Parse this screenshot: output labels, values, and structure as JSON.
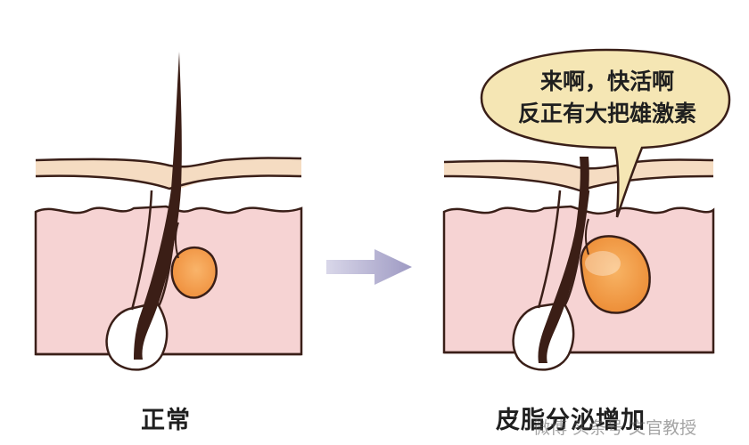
{
  "left_panel": {
    "caption": "正常"
  },
  "right_panel": {
    "caption": "皮脂分泌增加",
    "speech_bubble": {
      "line1": "来啊，快活啊",
      "line2": "反正有大把雄激素"
    }
  },
  "watermark": "微博 头条号 文官教授",
  "colors": {
    "skin": "#f6d3d3",
    "epidermis": "#f5dcc2",
    "hair": "#3b1e16",
    "sebaceous_gland": "#f4a04d",
    "bubble": "#f5e6b4",
    "arrow": "#a7a3c8"
  }
}
